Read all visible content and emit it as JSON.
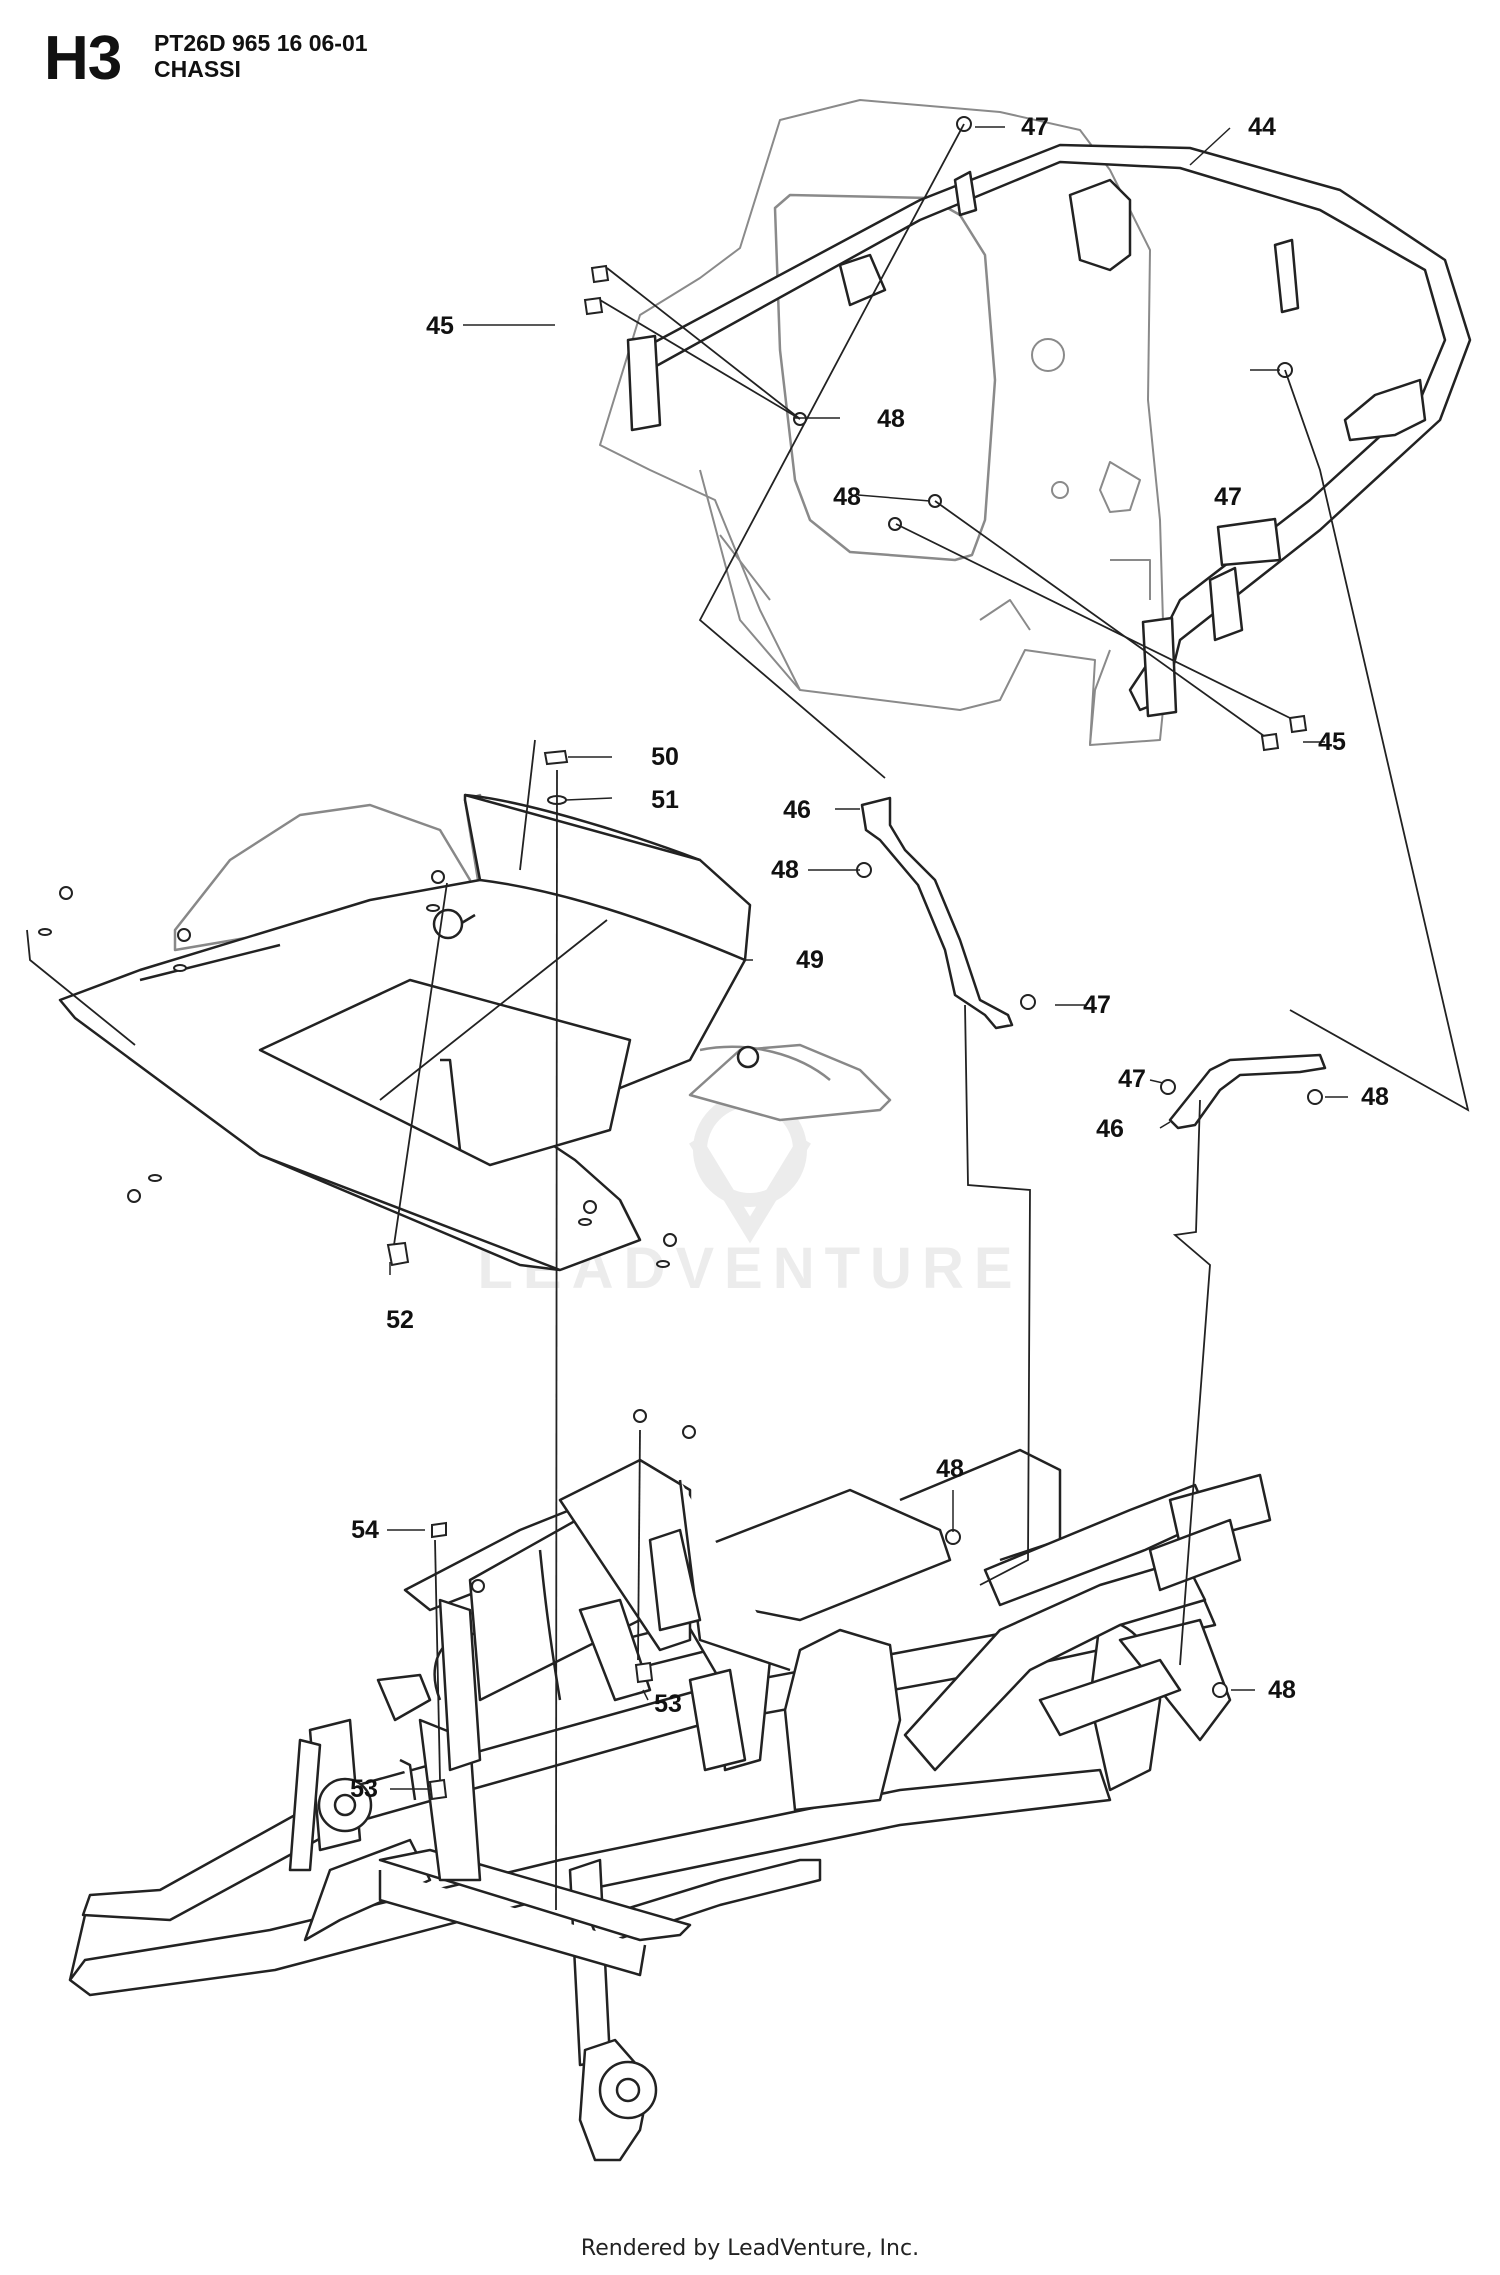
{
  "header": {
    "section_code": "H3",
    "model_number": "PT26D 965 16 06-01",
    "title": "CHASSI"
  },
  "watermark": {
    "text": "LEADVENTURE"
  },
  "footer": {
    "text": "Rendered by LeadVenture, Inc."
  },
  "callouts": {
    "c44": "44",
    "c45a": "45",
    "c45b": "45",
    "c46a": "46",
    "c46b": "46",
    "c47a": "47",
    "c47b": "47",
    "c47c": "47",
    "c47d": "47",
    "c48a": "48",
    "c48b": "48",
    "c48c": "48",
    "c48d": "48",
    "c48e": "48",
    "c48f": "48",
    "c49": "49",
    "c50": "50",
    "c51": "51",
    "c52": "52",
    "c53a": "53",
    "c53b": "53",
    "c54": "54"
  }
}
